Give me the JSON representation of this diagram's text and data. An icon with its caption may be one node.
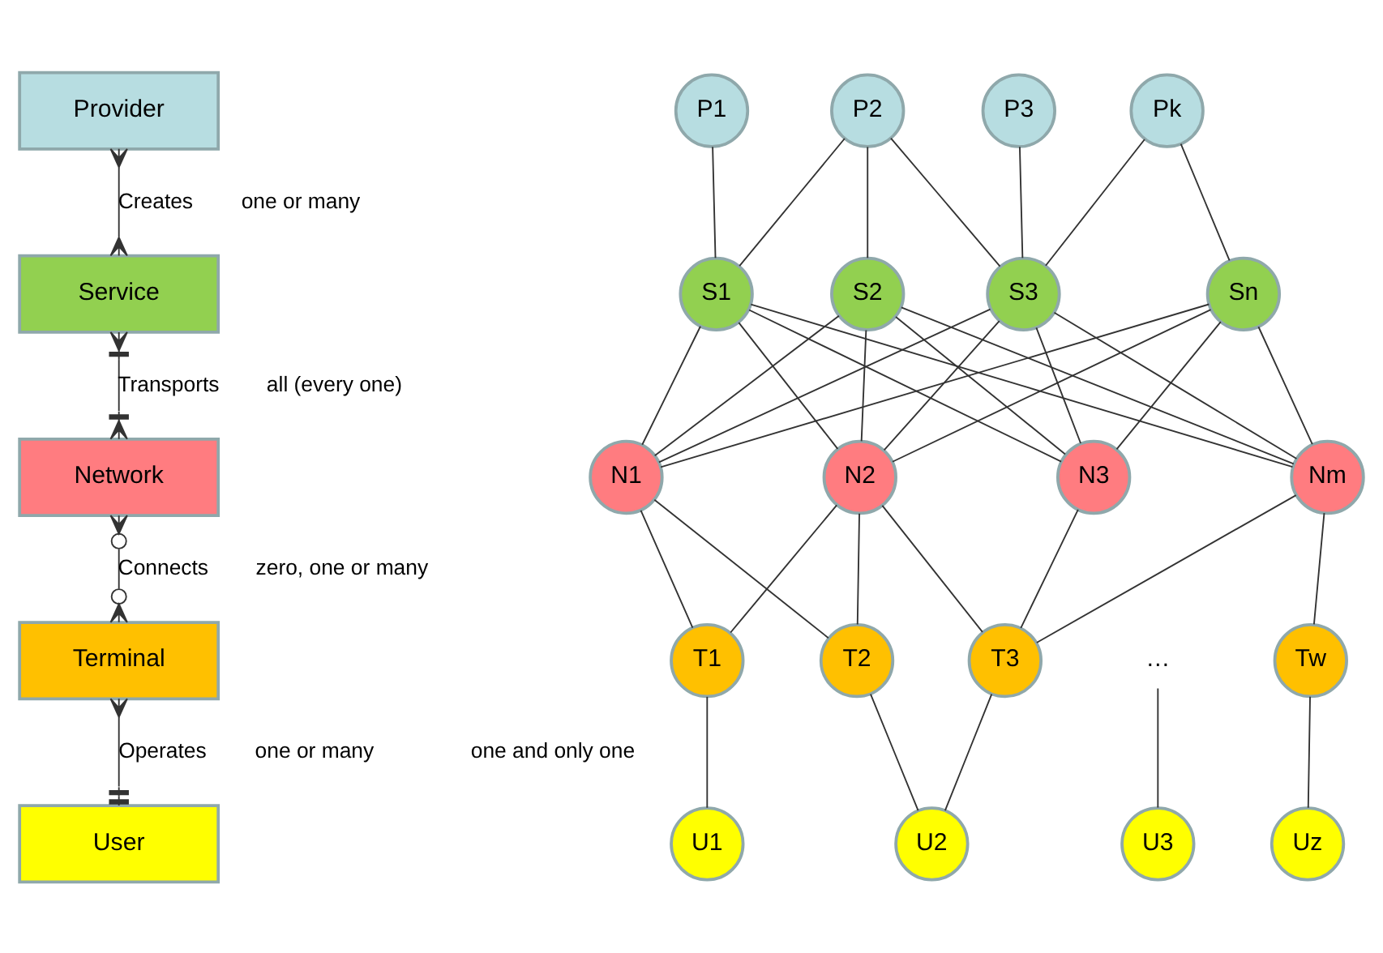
{
  "diagram": {
    "nodes": [
      {
        "text": [
          "Provider"
        ]
      },
      {
        "text": [
          "Service"
        ]
      },
      {
        "text": [
          "Network"
        ]
      },
      {
        "text": [
          "Terminal"
        ]
      },
      {
        "text": [
          "User"
        ]
      },
      {
        "text": [
          "P1"
        ]
      },
      {
        "text": [
          "P2"
        ]
      },
      {
        "text": [
          "P3"
        ]
      },
      {
        "text": [
          "Pk"
        ]
      },
      {
        "text": [
          "S1"
        ]
      },
      {
        "text": [
          "S2"
        ]
      },
      {
        "text": [
          "S3"
        ]
      },
      {
        "text": [
          "Sn"
        ]
      },
      {
        "text": [
          "N1"
        ]
      },
      {
        "text": [
          "N2"
        ]
      },
      {
        "text": [
          "N3"
        ]
      },
      {
        "text": [
          "Nm"
        ]
      },
      {
        "text": [
          "T1"
        ]
      },
      {
        "text": [
          "T2"
        ]
      },
      {
        "text": [
          "T3"
        ]
      },
      {
        "text": [
          "…"
        ]
      },
      {
        "text": [
          "Tw"
        ]
      },
      {
        "text": [
          "U1"
        ]
      },
      {
        "text": [
          "U2"
        ]
      },
      {
        "text": [
          "U3"
        ]
      },
      {
        "text": [
          "Uz"
        ]
      }
    ],
    "edges": [
      {
        "from": 0,
        "to": 1,
        "arrow": "other",
        "label": "Creates"
      },
      {
        "from": 1,
        "to": 2,
        "arrow": "other",
        "label": "Transports"
      },
      {
        "from": 2,
        "to": 3,
        "arrow": "other",
        "label": "Connects"
      },
      {
        "from": 3,
        "to": 4,
        "arrow": "other",
        "label": "Operates"
      },
      {
        "from": 5,
        "to": 9,
        "arrow": "none"
      },
      {
        "from": 6,
        "to": 9,
        "arrow": "none"
      },
      {
        "from": 6,
        "to": 10,
        "arrow": "none"
      },
      {
        "from": 6,
        "to": 11,
        "arrow": "none"
      },
      {
        "from": 7,
        "to": 11,
        "arrow": "none"
      },
      {
        "from": 8,
        "to": 11,
        "arrow": "none"
      },
      {
        "from": 8,
        "to": 12,
        "arrow": "none"
      },
      {
        "from": 9,
        "to": 13,
        "arrow": "none"
      },
      {
        "from": 9,
        "to": 14,
        "arrow": "none"
      },
      {
        "from": 9,
        "to": 15,
        "arrow": "none"
      },
      {
        "from": 9,
        "to": 16,
        "arrow": "none"
      },
      {
        "from": 10,
        "to": 13,
        "arrow": "none"
      },
      {
        "from": 10,
        "to": 14,
        "arrow": "none"
      },
      {
        "from": 10,
        "to": 15,
        "arrow": "none"
      },
      {
        "from": 10,
        "to": 16,
        "arrow": "none"
      },
      {
        "from": 11,
        "to": 13,
        "arrow": "none"
      },
      {
        "from": 11,
        "to": 14,
        "arrow": "none"
      },
      {
        "from": 11,
        "to": 15,
        "arrow": "none"
      },
      {
        "from": 11,
        "to": 16,
        "arrow": "none"
      },
      {
        "from": 12,
        "to": 13,
        "arrow": "none"
      },
      {
        "from": 12,
        "to": 14,
        "arrow": "none"
      },
      {
        "from": 12,
        "to": 15,
        "arrow": "none"
      },
      {
        "from": 12,
        "to": 16,
        "arrow": "none"
      },
      {
        "from": 13,
        "to": 17,
        "arrow": "none"
      },
      {
        "from": 13,
        "to": 18,
        "arrow": "none"
      },
      {
        "from": 14,
        "to": 17,
        "arrow": "none"
      },
      {
        "from": 14,
        "to": 18,
        "arrow": "none"
      },
      {
        "from": 14,
        "to": 19,
        "arrow": "none"
      },
      {
        "from": 15,
        "to": 19,
        "arrow": "none"
      },
      {
        "from": 16,
        "to": 19,
        "arrow": "none"
      },
      {
        "from": 16,
        "to": 21,
        "arrow": "none"
      },
      {
        "from": 17,
        "to": 22,
        "arrow": "none"
      },
      {
        "from": 18,
        "to": 23,
        "arrow": "none"
      },
      {
        "from": 19,
        "to": 23,
        "arrow": "none"
      },
      {
        "from": 20,
        "to": 24,
        "arrow": "none"
      },
      {
        "from": 21,
        "to": 25,
        "arrow": "none"
      }
    ],
    "labels": [
      "one or many",
      "all (every one)",
      "zero, one or many",
      "one or many",
      "one and only one"
    ]
  }
}
